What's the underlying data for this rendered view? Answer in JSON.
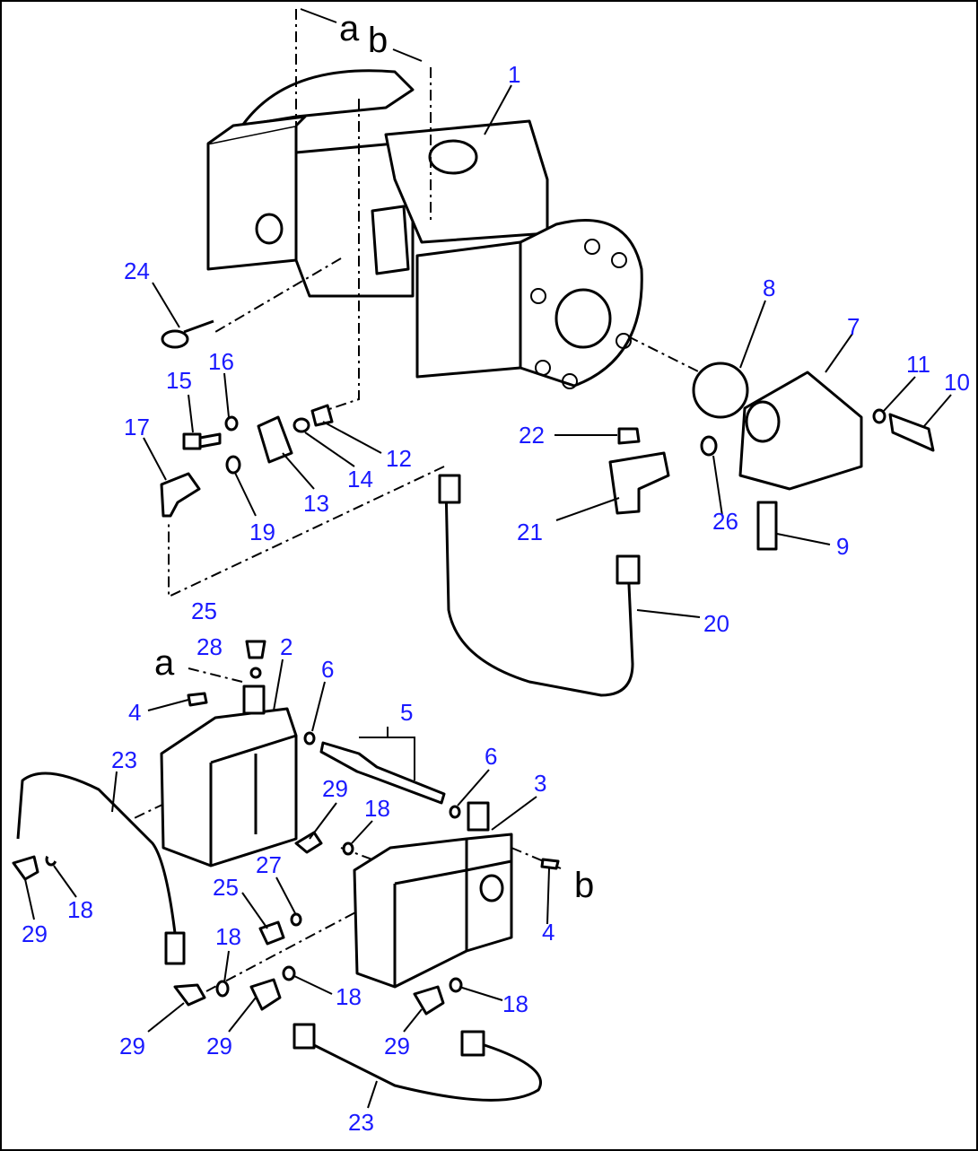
{
  "colors": {
    "label": "#1a1aff",
    "line": "#000000",
    "background": "#ffffff"
  },
  "refs": {
    "a_top": "a",
    "b_top": "b",
    "a_mid": "a",
    "b_mid": "b"
  },
  "callouts": {
    "c1": "1",
    "c2": "2",
    "c3": "3",
    "c4a": "4",
    "c4b": "4",
    "c5": "5",
    "c6a": "6",
    "c6b": "6",
    "c7": "7",
    "c8": "8",
    "c9": "9",
    "c10": "10",
    "c11": "11",
    "c12": "12",
    "c13": "13",
    "c14": "14",
    "c15": "15",
    "c16": "16",
    "c17": "17",
    "c18a": "18",
    "c18b": "18",
    "c18c": "18",
    "c18d": "18",
    "c18e": "18",
    "c19": "19",
    "c20": "20",
    "c21": "21",
    "c22": "22",
    "c23a": "23",
    "c23b": "23",
    "c24": "24",
    "c25a": "25",
    "c25b": "25",
    "c26": "26",
    "c27": "27",
    "c28": "28",
    "c29a": "29",
    "c29b": "29",
    "c29c": "29",
    "c29d": "29",
    "c29e": "29"
  }
}
